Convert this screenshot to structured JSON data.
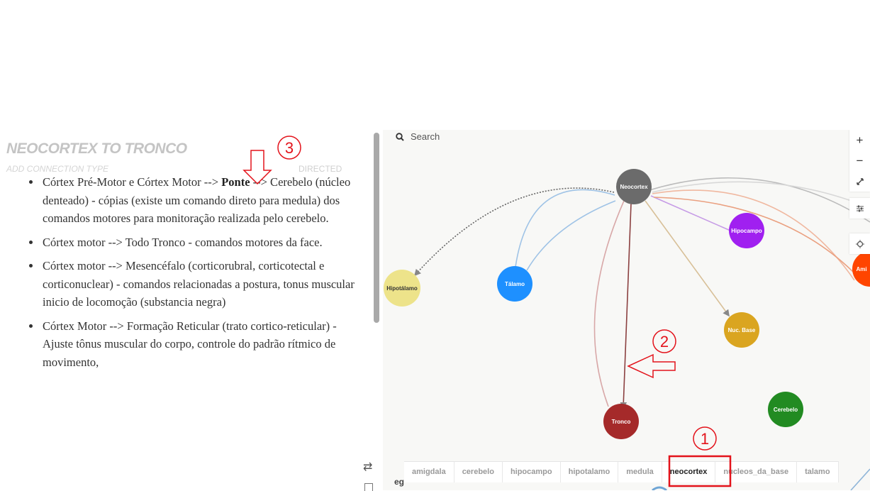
{
  "connection": {
    "title": "NEOCORTEX TO TRONCO",
    "type_placeholder": "ADD CONNECTION TYPE",
    "direction": "DIRECTED"
  },
  "notes": [
    {
      "before": "Córtex Pré-Motor e Córtex Motor --> ",
      "bold": "Ponte",
      "after": " --> Cerebelo (núcleo denteado) - cópias (existe um comando direto para medula) dos comandos motores para monitoração realizada pelo cerebelo."
    },
    {
      "before": "Córtex motor --> Todo Tronco - comandos motores da face.",
      "bold": "",
      "after": ""
    },
    {
      "before": "Córtex motor --> Mesencéfalo (corticorubral, corticotectal e corticonuclear) - comandos relacionadas a postura, tonus muscular e inicio de locomoção (substancia negra)",
      "bold": "",
      "after": ""
    },
    {
      "before": "Córtex Motor --> Formação Reticular (trato cortico-reticular) - Ajuste tônus muscular do corpo, controle do padrão rítmico de movimento,",
      "bold": "",
      "after": ""
    }
  ],
  "search": {
    "placeholder": "Search",
    "icon": "search-icon"
  },
  "toolbar": {
    "zoom_in": "+",
    "zoom_out": "−",
    "icons": [
      "plus-icon",
      "minus-icon",
      "expand-icon",
      "sliders-icon",
      "crosshair-icon"
    ]
  },
  "nodes": [
    {
      "id": "neocortex",
      "label": "Neocortex",
      "color": "#6b6b6b"
    },
    {
      "id": "hipocampo",
      "label": "Hipocampo",
      "color": "#a020f0"
    },
    {
      "id": "hipotalamo",
      "label": "Hipotálamo",
      "color": "#ede38a"
    },
    {
      "id": "talamo",
      "label": "Tálamo",
      "color": "#1e90ff"
    },
    {
      "id": "nucbase",
      "label": "Nuc. Base",
      "color": "#daa520"
    },
    {
      "id": "cerebelo",
      "label": "Cerebelo",
      "color": "#228b22"
    },
    {
      "id": "tronco",
      "label": "Tronco",
      "color": "#a52a2a"
    },
    {
      "id": "amigdala",
      "label": "Ami",
      "color": "#ff4500"
    }
  ],
  "tabs": {
    "items": [
      "amigdala",
      "cerebelo",
      "hipocampo",
      "hipotalamo",
      "medula",
      "neocortex",
      "nucleos_da_base",
      "talamo"
    ],
    "active": "neocortex"
  },
  "legend_prefix": "eg",
  "annotations": {
    "one": "1",
    "two": "2",
    "three": "3",
    "color": "#e3131b"
  }
}
